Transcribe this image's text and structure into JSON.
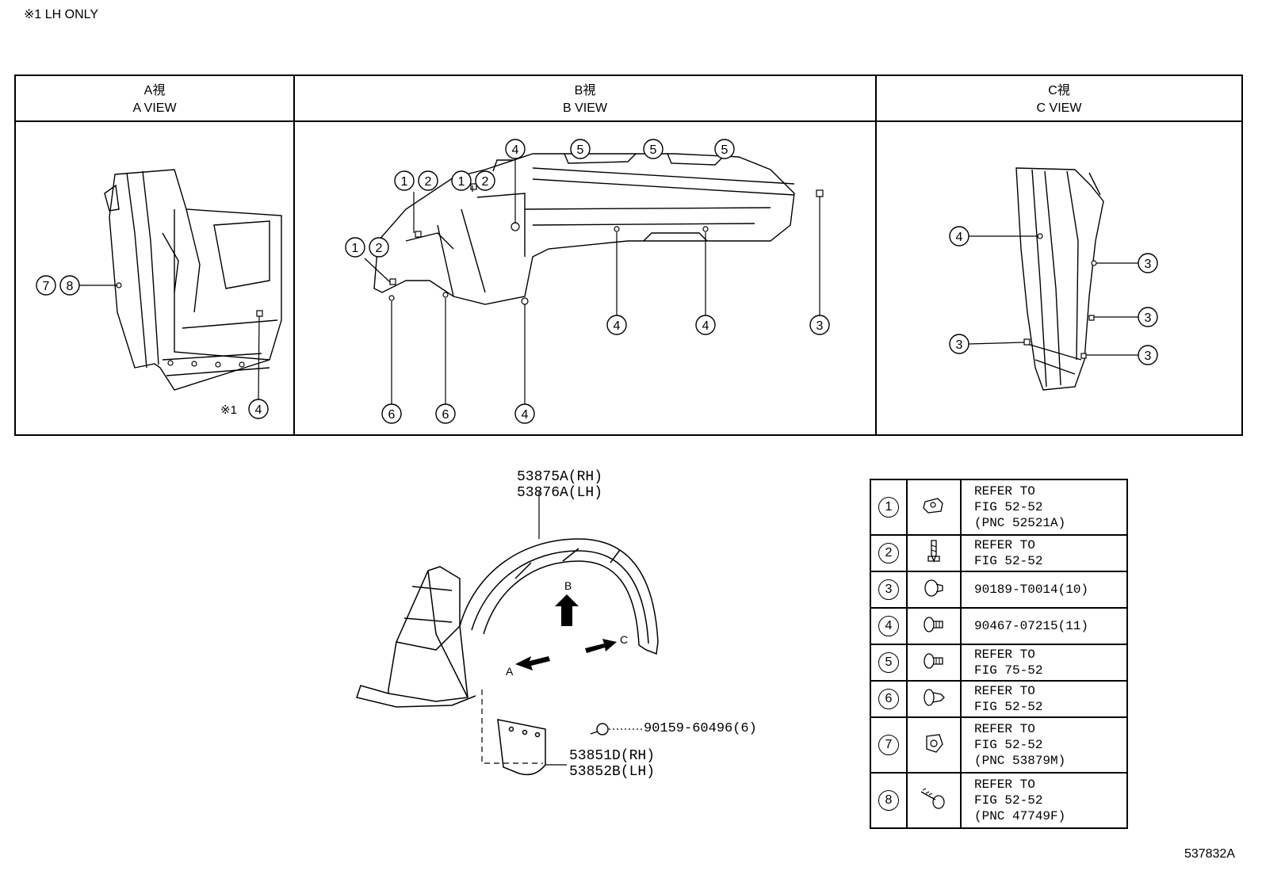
{
  "note": "※1 LH ONLY",
  "views": {
    "a": {
      "jp": "A視",
      "en": "A VIEW"
    },
    "b": {
      "jp": "B視",
      "en": "B VIEW"
    },
    "c": {
      "jp": "C視",
      "en": "C VIEW"
    }
  },
  "callouts": {
    "c1": "1",
    "c2": "2",
    "c3": "3",
    "c4": "4",
    "c5": "5",
    "c6": "6",
    "c7": "7",
    "c8": "8",
    "lh_mark": "※1"
  },
  "part_numbers": {
    "liner_rh": "53875A(RH)",
    "liner_lh": "53876A(LH)",
    "screw": "90159-60496(6)",
    "flap_rh": "53851D(RH)",
    "flap_lh": "53852B(LH)"
  },
  "arrows": {
    "a": "A",
    "b": "B",
    "c": "C"
  },
  "legend": [
    {
      "num": "1",
      "icon": "clip-nut-icon",
      "text": "REFER TO\nFIG 52-52\n(PNC 52521A)"
    },
    {
      "num": "2",
      "icon": "screw-icon",
      "text": "REFER TO\nFIG 52-52"
    },
    {
      "num": "3",
      "icon": "push-clip-icon",
      "text": "90189-T0014(10)"
    },
    {
      "num": "4",
      "icon": "flange-screw-icon",
      "text": "90467-07215(11)"
    },
    {
      "num": "5",
      "icon": "flange-screw-icon",
      "text": "REFER TO\nFIG 75-52"
    },
    {
      "num": "6",
      "icon": "rivet-clip-icon",
      "text": "REFER TO\nFIG 52-52"
    },
    {
      "num": "7",
      "icon": "nut-clip-icon",
      "text": "REFER TO\nFIG 52-52\n(PNC 53879M)"
    },
    {
      "num": "8",
      "icon": "bolt-icon",
      "text": "REFER TO\nFIG 52-52\n(PNC 47749F)"
    }
  ],
  "diagram_id": "537832A"
}
